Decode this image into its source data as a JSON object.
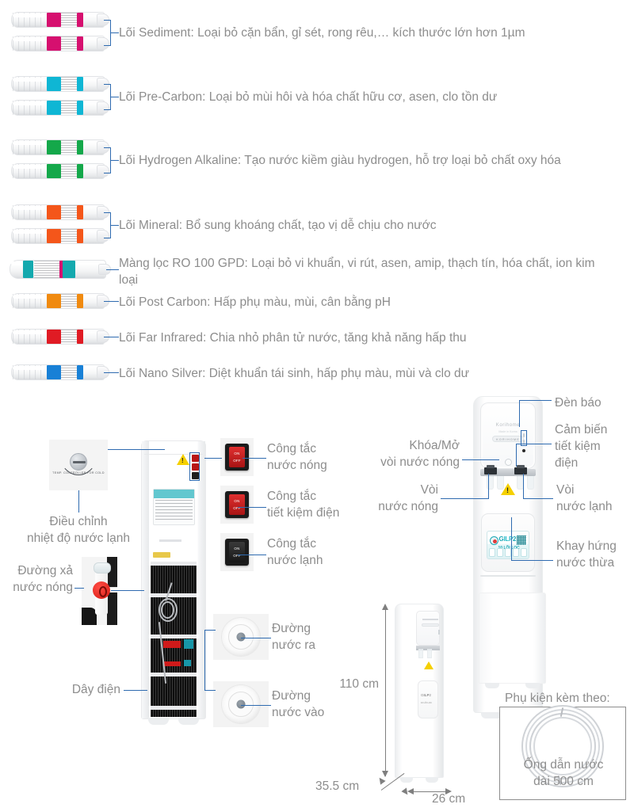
{
  "filters": [
    {
      "id": "sediment",
      "name": "Lõi Sediment",
      "text": "Lõi Sediment: Loại bỏ cặn bẩn, gỉ sét, rong rêu,… kích thước lớn hơn 1µm",
      "color": "#d6106f",
      "count": 2
    },
    {
      "id": "pre-carbon",
      "name": "Lõi Pre-Carbon",
      "text": "Lõi Pre-Carbon: Loại bỏ mùi hôi và hóa chất hữu cơ, asen, clo tồn dư",
      "color": "#0fb6d4",
      "count": 2
    },
    {
      "id": "hydrogen-alkaline",
      "name": "Lõi Hydrogen Alkaline",
      "text": "Lõi Hydrogen Alkaline: Tạo nước kiềm giàu hydrogen, hỗ trợ loại bỏ chất oxy hóa",
      "color": "#14a84a",
      "count": 2
    },
    {
      "id": "mineral",
      "name": "Lõi Mineral",
      "text": "Lõi Mineral: Bổ sung khoáng chất, tạo vị dễ chịu cho nước",
      "color": "#f4561a",
      "count": 2
    },
    {
      "id": "ro-membrane",
      "name": "Màng lọc RO 100 GPD",
      "text": "Màng lọc RO 100 GPD: Loại bỏ vi khuẩn, vi rút, asen, amip, thạch tín, hóa chất, ion kim loại",
      "color": "#14a9ae",
      "count": 1
    },
    {
      "id": "post-carbon",
      "name": "Lõi Post Carbon",
      "text": "Lõi Post Carbon: Hấp phụ màu, mùi, cân bằng pH",
      "color": "#f08a10",
      "count": 1
    },
    {
      "id": "far-infrared",
      "name": "Lõi Far Infrared",
      "text": "Lõi Far Infrared: Chia nhỏ phân tử nước, tăng khả năng hấp thu",
      "color": "#e01b24",
      "count": 1
    },
    {
      "id": "nano-silver",
      "name": "Lõi Nano Silver",
      "text": "Lõi Nano Silver: Diệt khuẩn tái sinh, hấp phụ màu, mùi và clo dư",
      "color": "#1880d6",
      "count": 1
    }
  ],
  "back_view": {
    "temp_knob": {
      "label_line1": "Điều chỉnh",
      "label_line2": "nhiệt độ nước lạnh",
      "inset_caption": "TEMP. CONTROLLER FOR COLD"
    },
    "switches": [
      {
        "id": "hot-water-switch",
        "label_line1": "Công tắc",
        "label_line2": "nước nóng",
        "color": "#cf1f1f",
        "on": "ON",
        "off": "OFF"
      },
      {
        "id": "energy-saving-switch",
        "label_line1": "Công tắc",
        "label_line2": "tiết kiệm điện",
        "color": "#cf1f1f",
        "on": "ON",
        "off": "OFF"
      },
      {
        "id": "cold-water-switch",
        "label_line1": "Công tắc",
        "label_line2": "nước lạnh",
        "color": "#222222",
        "on": "ON",
        "off": "OFF"
      }
    ],
    "hot_drain": {
      "label_line1": "Đường xả",
      "label_line2": "nước nóng"
    },
    "power_cord": {
      "label": "Dây điện"
    },
    "water_out": {
      "label_line1": "Đường",
      "label_line2": "nước ra"
    },
    "water_in": {
      "label_line1": "Đường",
      "label_line2": "nước vào"
    }
  },
  "front_view": {
    "brand": "Korihome",
    "brand_sub": "Made in Korea",
    "model_pill": "KORIHOME",
    "indicator_light": {
      "label": "Đèn báo"
    },
    "eco_sensor": {
      "label_line1": "Cảm biến",
      "label_line2": "tiết kiệm",
      "label_line3": "điện"
    },
    "hot_lock": {
      "label_line1": "Khóa/Mở",
      "label_line2": "vòi nước nóng"
    },
    "hot_tap": {
      "label_line1": "Vòi",
      "label_line2": "nước nóng"
    },
    "cold_tap": {
      "label_line1": "Vòi",
      "label_line2": "nước lạnh"
    },
    "drip_tray": {
      "label_line1": "Khay hứng",
      "label_line2": "nước thừa"
    },
    "sticker": {
      "logo": "G",
      "logo_accent": "ILP",
      "logo_num": "2",
      "filters_text": "10 LÕI LỌC"
    }
  },
  "dimensions": {
    "height": "110 cm",
    "depth": "35.5 cm",
    "width": "26 cm"
  },
  "accessory": {
    "title": "Phụ kiện kèm theo:",
    "item_line1": "Ống dẫn nước",
    "item_line2": "dài 500 cm"
  },
  "colors": {
    "text": "#8d8d8d",
    "leader": "#2f6bb0",
    "dimension_text": "#8d8d8d"
  }
}
